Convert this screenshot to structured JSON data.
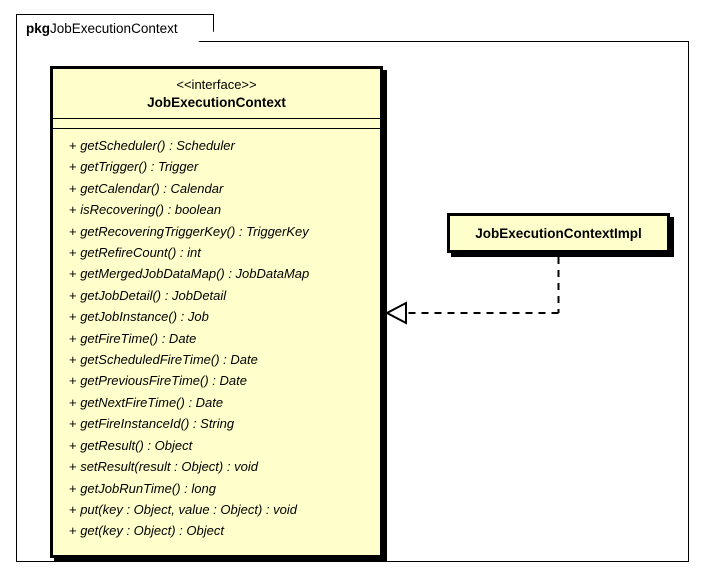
{
  "package": {
    "keyword": "pkg",
    "name": "JobExecutionContext"
  },
  "interface_class": {
    "stereotype": "<<interface>>",
    "name": "JobExecutionContext",
    "attributes": [],
    "operations": [
      {
        "visibility": "+",
        "signature": "getScheduler() : Scheduler"
      },
      {
        "visibility": "+",
        "signature": "getTrigger() : Trigger"
      },
      {
        "visibility": "+",
        "signature": "getCalendar() : Calendar"
      },
      {
        "visibility": "+",
        "signature": "isRecovering() : boolean"
      },
      {
        "visibility": "+",
        "signature": "getRecoveringTriggerKey() : TriggerKey"
      },
      {
        "visibility": "+",
        "signature": "getRefireCount() : int"
      },
      {
        "visibility": "+",
        "signature": "getMergedJobDataMap() : JobDataMap"
      },
      {
        "visibility": "+",
        "signature": "getJobDetail() : JobDetail"
      },
      {
        "visibility": "+",
        "signature": "getJobInstance() : Job"
      },
      {
        "visibility": "+",
        "signature": "getFireTime() : Date"
      },
      {
        "visibility": "+",
        "signature": "getScheduledFireTime() : Date"
      },
      {
        "visibility": "+",
        "signature": "getPreviousFireTime() : Date"
      },
      {
        "visibility": "+",
        "signature": "getNextFireTime() : Date"
      },
      {
        "visibility": "+",
        "signature": "getFireInstanceId() : String"
      },
      {
        "visibility": "+",
        "signature": "getResult() : Object"
      },
      {
        "visibility": "+",
        "signature": "setResult(result : Object) : void"
      },
      {
        "visibility": "+",
        "signature": "getJobRunTime() : long"
      },
      {
        "visibility": "+",
        "signature": "put(key : Object, value : Object) : void"
      },
      {
        "visibility": "+",
        "signature": "get(key : Object) : Object"
      }
    ]
  },
  "impl_class": {
    "name": "JobExecutionContextImpl"
  },
  "relationship": {
    "kind": "realization",
    "from": "JobExecutionContextImpl",
    "to": "JobExecutionContext"
  },
  "colors": {
    "class_fill": "#FFFFCC",
    "border": "#000000",
    "page_background": "#FFFFFF"
  }
}
